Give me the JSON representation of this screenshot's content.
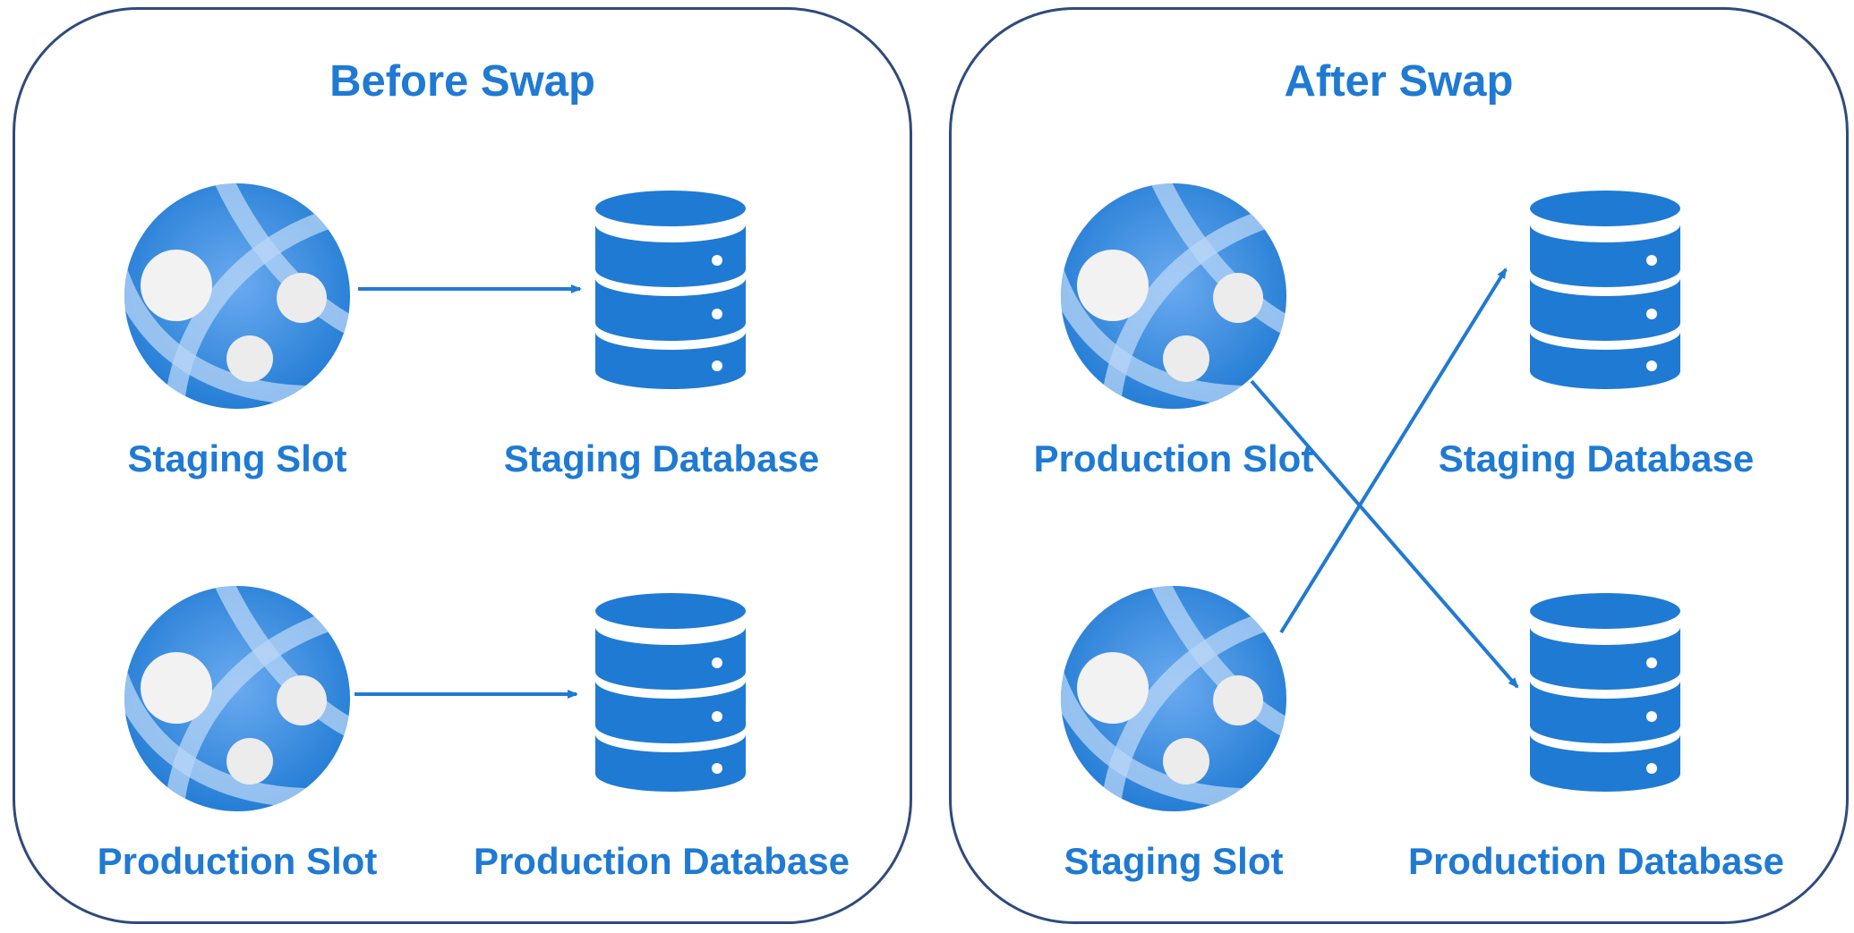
{
  "panels": [
    {
      "title": "Before Swap",
      "top_left_label": "Staging Slot",
      "top_right_label": "Staging Database",
      "bottom_left_label": "Production Slot",
      "bottom_right_label": "Production Database"
    },
    {
      "title": "After Swap",
      "top_left_label": "Production Slot",
      "top_right_label": "Staging Database",
      "bottom_left_label": "Staging Slot",
      "bottom_right_label": "Production Database"
    }
  ],
  "colors": {
    "accent": "#1f7ad3",
    "border": "#2f4a7c",
    "globe_dark": "#1f7ad3",
    "globe_light": "#5aa0ee",
    "node": "#f0f0f0"
  },
  "icons": [
    "app-service-globe-icon",
    "database-icon"
  ]
}
